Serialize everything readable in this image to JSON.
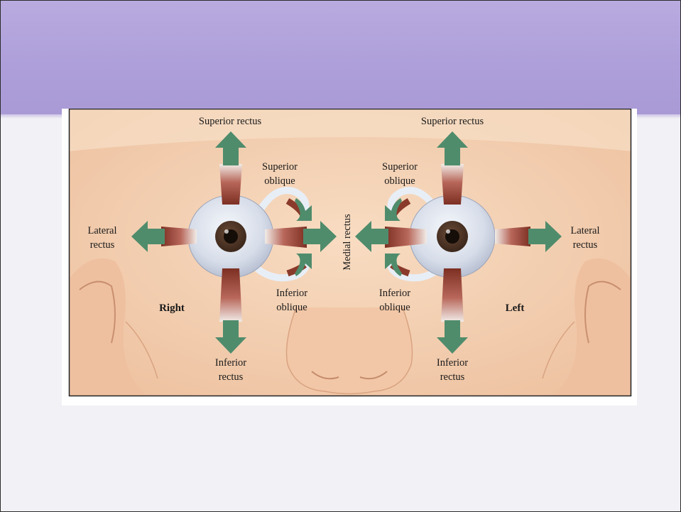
{
  "slide": {
    "header_color": "#ae9fda",
    "background_color": "#f2f1f5"
  },
  "figure": {
    "arrow_color": "#4f8c6c",
    "skin_color": "#f3cfb2",
    "muscle_color": "#8a3a2a",
    "right_eye": {
      "side_label": "Right",
      "superior_rectus": "Superior rectus",
      "superior_oblique_1": "Superior",
      "superior_oblique_2": "oblique",
      "lateral_rectus_1": "Lateral",
      "lateral_rectus_2": "rectus",
      "inferior_oblique_1": "Inferior",
      "inferior_oblique_2": "oblique",
      "inferior_rectus_1": "Inferior",
      "inferior_rectus_2": "rectus"
    },
    "center_label": "Medial rectus",
    "left_eye": {
      "side_label": "Left",
      "superior_rectus": "Superior rectus",
      "superior_oblique_1": "Superior",
      "superior_oblique_2": "oblique",
      "lateral_rectus_1": "Lateral",
      "lateral_rectus_2": "rectus",
      "inferior_oblique_1": "Inferior",
      "inferior_oblique_2": "oblique",
      "inferior_rectus_1": "Inferior",
      "inferior_rectus_2": "rectus"
    }
  }
}
